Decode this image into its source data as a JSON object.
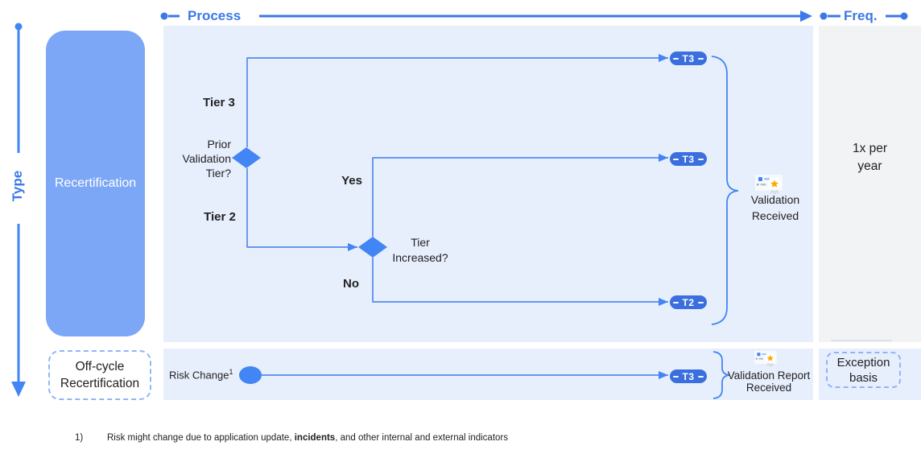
{
  "colors": {
    "accent_blue": "#4285F4",
    "header_blue": "#3B78E8",
    "recert_box_blue": "#7CA7F6",
    "panel_light_blue": "#E8EFFC",
    "freq_gray": "#F1F3F4",
    "pill_blue": "#3A6FDD",
    "text_dark": "#202124",
    "star_gold": "#F9AB00"
  },
  "axes": {
    "process": "Process",
    "freq": "Freq.",
    "type": "Type"
  },
  "type_lane": {
    "recertification": "Recertification",
    "off_cycle": {
      "line1": "Off-cycle",
      "line2": "Recertification"
    }
  },
  "flow": {
    "tier3": "Tier 3",
    "tier2": "Tier 2",
    "decision1": {
      "line1": "Prior",
      "line2": "Validation",
      "line3": "Tier?"
    },
    "yes": "Yes",
    "no": "No",
    "decision2": {
      "line1": "Tier",
      "line2": "Increased?"
    },
    "pills": {
      "top": "T3",
      "middle": "T3",
      "bottom": "T2"
    },
    "outcome": {
      "line1": "Validation",
      "line2": "Received"
    }
  },
  "off_cycle_flow": {
    "trigger": "Risk Change",
    "trigger_sup": "1",
    "pill": "T3",
    "outcome": {
      "line1": "Validation Report",
      "line2": "Received"
    }
  },
  "frequency": {
    "recert": {
      "line1": "1x per",
      "line2": "year"
    },
    "off_cycle": {
      "line1": "Exception",
      "line2": "basis"
    }
  },
  "footnote": {
    "index": "1)",
    "text_pre": "Risk might change due to application update, ",
    "text_bold": "incidents",
    "text_post": ", and other internal and external indicators"
  }
}
